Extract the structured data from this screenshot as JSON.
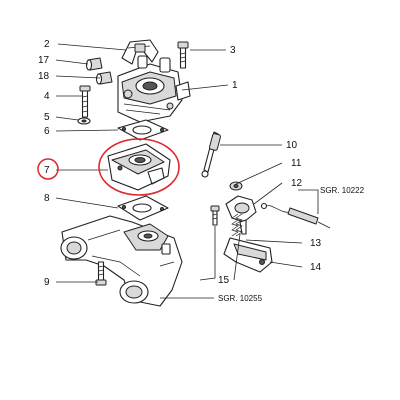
{
  "callouts": {
    "c1": "1",
    "c2": "2",
    "c3": "3",
    "c4": "4",
    "c5": "5",
    "c6": "6",
    "c7": "7",
    "c8": "8",
    "c9": "9",
    "c10": "10",
    "c11": "11",
    "c12": "12",
    "c13": "13",
    "c14": "14",
    "c15": "15",
    "c17": "17",
    "c18": "18"
  },
  "references": {
    "ref_right": "SGR. 10222",
    "ref_bottom": "SGR. 10255"
  },
  "highlight": {
    "part": "7",
    "color": "#e0252b"
  },
  "colors": {
    "line": "#222222",
    "shade": "#d9d9d9",
    "dark": "#555555"
  }
}
